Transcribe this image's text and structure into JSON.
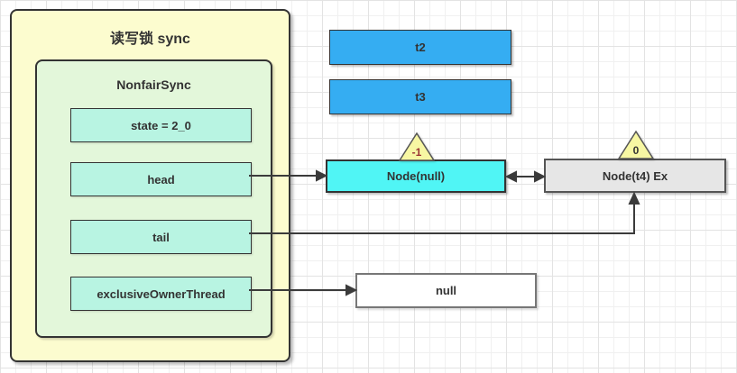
{
  "lock_box": {
    "title": "读写锁 sync"
  },
  "sync_box": {
    "title": "NonfairSync",
    "fields": [
      {
        "label": "state = 2_0"
      },
      {
        "label": "head"
      },
      {
        "label": "tail"
      },
      {
        "label": "exclusiveOwnerThread"
      }
    ]
  },
  "threads": [
    {
      "label": "t2"
    },
    {
      "label": "t3"
    }
  ],
  "nodes": [
    {
      "label": "Node(null)",
      "wait_status": "-1",
      "wait_status_color": "#993333"
    },
    {
      "label": "Node(t4) Ex",
      "wait_status": "0",
      "wait_status_color": "#333333"
    }
  ],
  "null_box": {
    "label": "null"
  },
  "colors": {
    "lock_box_fill": "#FCFCCF",
    "sync_box_fill": "#E3F7DA",
    "field_fill": "#B8F4E2",
    "thread_fill": "#35ADF2",
    "head_node_fill": "#50F5F5",
    "tail_node_fill": "#E6E6E6",
    "triangle_fill": "#F7F7A3",
    "null_box_fill": "#FFFFFF",
    "connector": "#3b3b3b"
  }
}
